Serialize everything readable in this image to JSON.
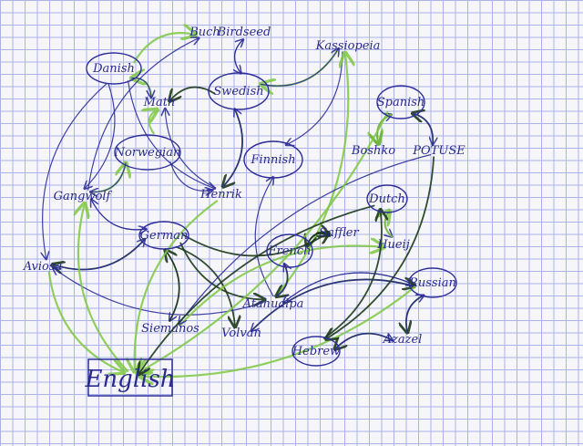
{
  "title": "Language relationships sketch",
  "colors": {
    "ink_blue": "#2e2e9a",
    "ink_dark": "#1d3a1d",
    "ink_green": "#7fc843",
    "grid": "#a9b3e6"
  },
  "nodes": [
    {
      "id": "buch",
      "label": "Buch",
      "circled": false
    },
    {
      "id": "birdseed",
      "label": "Birdseed",
      "circled": false
    },
    {
      "id": "kassiopeia",
      "label": "Kassiopeia",
      "circled": false
    },
    {
      "id": "danish",
      "label": "Danish",
      "circled": true
    },
    {
      "id": "math",
      "label": "Math",
      "circled": false
    },
    {
      "id": "swedish",
      "label": "Swedish",
      "circled": true
    },
    {
      "id": "norwegian",
      "label": "Norwegian",
      "circled": true
    },
    {
      "id": "finnish",
      "label": "Finnish",
      "circled": true
    },
    {
      "id": "gangwolf",
      "label": "Gangwolf",
      "circled": false
    },
    {
      "id": "henrik",
      "label": "Henrik",
      "circled": false
    },
    {
      "id": "german",
      "label": "German",
      "circled": true
    },
    {
      "id": "spanish",
      "label": "Spanish",
      "circled": true
    },
    {
      "id": "boshko",
      "label": "Boshko",
      "circled": false
    },
    {
      "id": "potuse",
      "label": "POTUSE",
      "circled": false
    },
    {
      "id": "dutch",
      "label": "Dutch",
      "circled": true
    },
    {
      "id": "saffler",
      "label": "Saffler",
      "circled": false
    },
    {
      "id": "hueij",
      "label": "Hueij",
      "circled": false
    },
    {
      "id": "french",
      "label": "French",
      "circled": true
    },
    {
      "id": "atahualpa",
      "label": "Atahualpa",
      "circled": false
    },
    {
      "id": "russian",
      "label": "Russian",
      "circled": true
    },
    {
      "id": "azazel",
      "label": "Azazel",
      "circled": false
    },
    {
      "id": "hebrew",
      "label": "Hebrew",
      "circled": true
    },
    {
      "id": "volvan",
      "label": "Volvan",
      "circled": false
    },
    {
      "id": "siemanos",
      "label": "Siemanos",
      "circled": false
    },
    {
      "id": "english",
      "label": "English",
      "circled": false,
      "boxed": true
    },
    {
      "id": "aviosa",
      "label": "Aviosa",
      "circled": false
    }
  ],
  "edges": [
    {
      "from": "danish",
      "to": "buch",
      "color": "green"
    },
    {
      "from": "math",
      "to": "danish",
      "color": "green"
    },
    {
      "from": "danish",
      "to": "math",
      "color": "blue"
    },
    {
      "from": "swedish",
      "to": "math",
      "color": "dark"
    },
    {
      "from": "norwegian",
      "to": "math",
      "color": "green"
    },
    {
      "from": "gangwolf",
      "to": "norwegian",
      "color": "green"
    },
    {
      "from": "norwegian",
      "to": "gangwolf",
      "color": "blue"
    },
    {
      "from": "norwegian",
      "to": "henrik",
      "color": "blue"
    },
    {
      "from": "danish",
      "to": "gangwolf",
      "color": "blue"
    },
    {
      "from": "danish",
      "to": "aviosa",
      "color": "blue"
    },
    {
      "from": "swedish",
      "to": "henrik",
      "color": "dark"
    },
    {
      "from": "henrik",
      "to": "swedish",
      "color": "blue"
    },
    {
      "from": "henrik",
      "to": "math",
      "color": "blue"
    },
    {
      "from": "danish",
      "to": "henrik",
      "color": "blue"
    },
    {
      "from": "swedish",
      "to": "birdseed",
      "color": "blue"
    },
    {
      "from": "birdseed",
      "to": "swedish",
      "color": "blue"
    },
    {
      "from": "kassiopeia",
      "to": "swedish",
      "color": "green"
    },
    {
      "from": "swedish",
      "to": "kassiopeia",
      "color": "blue"
    },
    {
      "from": "kassiopeia",
      "to": "finnish",
      "color": "blue"
    },
    {
      "from": "atahualpa",
      "to": "kassiopeia",
      "color": "green"
    },
    {
      "from": "atahualpa",
      "to": "finnish",
      "color": "blue"
    },
    {
      "from": "german",
      "to": "saffler",
      "color": "dark"
    },
    {
      "from": "german",
      "to": "gangwolf",
      "color": "blue"
    },
    {
      "from": "gangwolf",
      "to": "german",
      "color": "blue"
    },
    {
      "from": "german",
      "to": "aviosa",
      "color": "dark"
    },
    {
      "from": "aviosa",
      "to": "german",
      "color": "blue"
    },
    {
      "from": "german",
      "to": "siemanos",
      "color": "blue"
    },
    {
      "from": "siemanos",
      "to": "german",
      "color": "dark"
    },
    {
      "from": "german",
      "to": "volvan",
      "color": "dark"
    },
    {
      "from": "german",
      "to": "atahualpa",
      "color": "dark"
    },
    {
      "from": "atahualpa",
      "to": "aviosa",
      "color": "blue"
    },
    {
      "from": "aviosa",
      "to": "english",
      "color": "green"
    },
    {
      "from": "english",
      "to": "gangwolf",
      "color": "green"
    },
    {
      "from": "henrik",
      "to": "english",
      "color": "green"
    },
    {
      "from": "french",
      "to": "saffler",
      "color": "dark"
    },
    {
      "from": "saffler",
      "to": "french",
      "color": "dark"
    },
    {
      "from": "french",
      "to": "atahualpa",
      "color": "dark"
    },
    {
      "from": "atahualpa",
      "to": "french",
      "color": "blue"
    },
    {
      "from": "atahualpa",
      "to": "russian",
      "color": "blue"
    },
    {
      "from": "russian",
      "to": "atahualpa",
      "color": "blue"
    },
    {
      "from": "volvan",
      "to": "russian",
      "color": "dark"
    },
    {
      "from": "russian",
      "to": "volvan",
      "color": "blue"
    },
    {
      "from": "siemanos",
      "to": "hueij",
      "color": "green"
    },
    {
      "from": "dutch",
      "to": "hueij",
      "color": "blue"
    },
    {
      "from": "hueij",
      "to": "dutch",
      "color": "green"
    },
    {
      "from": "russian",
      "to": "azazel",
      "color": "dark"
    },
    {
      "from": "azazel",
      "to": "russian",
      "color": "blue"
    },
    {
      "from": "azazel",
      "to": "hebrew",
      "color": "dark"
    },
    {
      "from": "hebrew",
      "to": "azazel",
      "color": "blue"
    },
    {
      "from": "hebrew",
      "to": "dutch",
      "color": "dark"
    },
    {
      "from": "russian",
      "to": "english",
      "color": "green"
    },
    {
      "from": "potuse",
      "to": "siemanos",
      "color": "blue"
    },
    {
      "from": "potuse",
      "to": "hebrew",
      "color": "dark"
    },
    {
      "from": "spanish",
      "to": "boshko",
      "color": "dark"
    },
    {
      "from": "boshko",
      "to": "spanish",
      "color": "blue"
    },
    {
      "from": "potuse",
      "to": "spanish",
      "color": "dark"
    },
    {
      "from": "spanish",
      "to": "potuse",
      "color": "blue"
    },
    {
      "from": "spanish",
      "to": "boshko",
      "color": "green"
    },
    {
      "from": "spanish",
      "to": "english",
      "color": "green"
    },
    {
      "from": "dutch",
      "to": "english",
      "color": "dark"
    },
    {
      "from": "gangwolf",
      "to": "buch",
      "color": "blue"
    }
  ]
}
